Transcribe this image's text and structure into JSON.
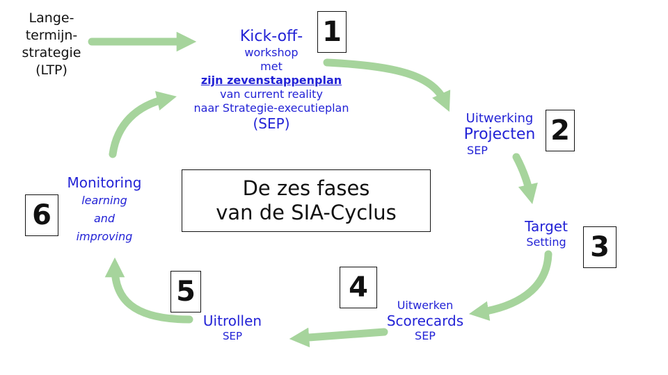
{
  "colors": {
    "arrow": "#a6d49c",
    "blue_text": "#2323d6",
    "black_text": "#111111"
  },
  "ltp": {
    "lines": [
      "Lange-",
      "termijn-",
      "strategie",
      "(LTP)"
    ]
  },
  "center": {
    "line1": "De zes fases",
    "line2": "van de SIA-Cyclus"
  },
  "phases": {
    "p1": {
      "number": "1",
      "title": "Kick-off-",
      "line2": "workshop",
      "line3": "met",
      "line4": "zijn zevenstappenplan",
      "line5": "van current reality",
      "line6": "naar Strategie-executieplan",
      "line7": "(SEP)"
    },
    "p2": {
      "number": "2",
      "line1": "Uitwerking",
      "line2": "Projecten",
      "line3": "SEP"
    },
    "p3": {
      "number": "3",
      "line1": "Target",
      "line2": "Setting"
    },
    "p4": {
      "number": "4",
      "line1": "Uitwerken",
      "line2": "Scorecards",
      "line3": "SEP"
    },
    "p5": {
      "number": "5",
      "line1": "Uitrollen",
      "line2": "SEP"
    },
    "p6": {
      "number": "6",
      "line1": "Monitoring",
      "line2": "learning",
      "line3": "and",
      "line4": "improving"
    }
  }
}
